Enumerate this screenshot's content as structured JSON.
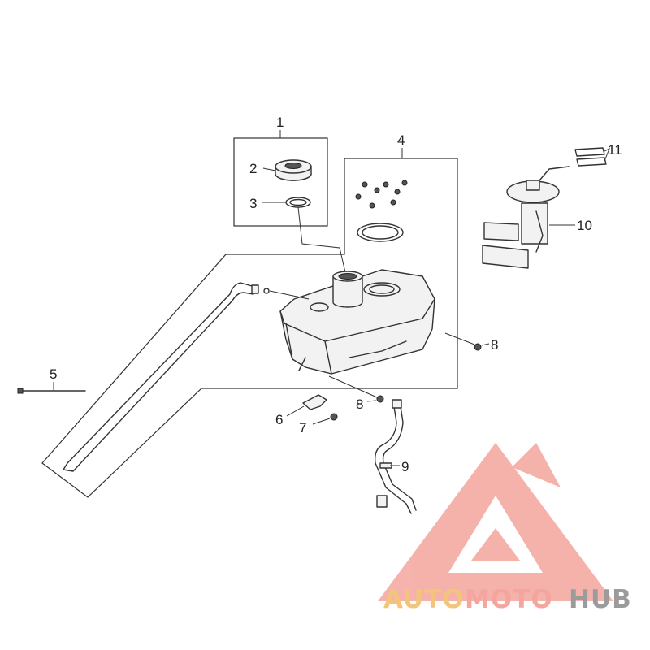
{
  "diagram": {
    "callouts": {
      "c1": "1",
      "c2": "2",
      "c3": "3",
      "c4": "4",
      "c5": "5",
      "c6": "6",
      "c7": "7",
      "c8a": "8",
      "c8b": "8",
      "c9": "9",
      "c10": "10",
      "c11": "11"
    }
  },
  "watermark": {
    "part1": "AUTO",
    "part2": "MOTO",
    "part3": "HUB",
    "colors": {
      "auto": "#f2c57a",
      "moto": "#f4a59d",
      "hub": "#9b9b9b",
      "triangle": "#f4a59d"
    }
  }
}
